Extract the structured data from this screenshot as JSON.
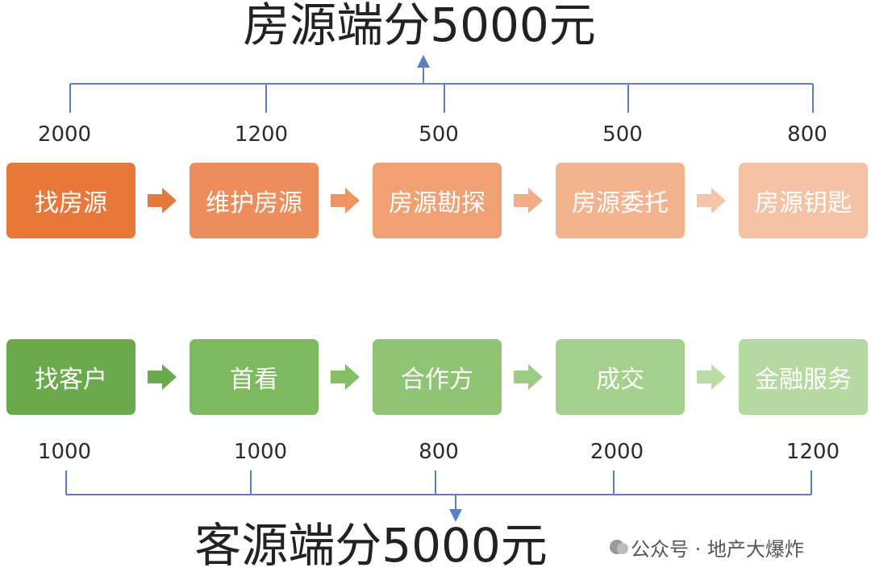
{
  "supply": {
    "title": "房源端分5000元",
    "steps": [
      {
        "label": "找房源",
        "value": "2000",
        "color": "#E8773A"
      },
      {
        "label": "维护房源",
        "value": "1200",
        "color": "#EC8D5B"
      },
      {
        "label": "房源勘探",
        "value": "500",
        "color": "#F0A073"
      },
      {
        "label": "房源委托",
        "value": "500",
        "color": "#F3B38F"
      },
      {
        "label": "房源钥匙",
        "value": "800",
        "color": "#F5C2A6"
      }
    ],
    "arrow_colors": [
      "#E8773A",
      "#EE9461",
      "#F2AC86",
      "#F5C4A9"
    ]
  },
  "demand": {
    "title": "客源端分5000元",
    "steps": [
      {
        "label": "找客户",
        "value": "1000",
        "color": "#6BAA4C"
      },
      {
        "label": "首看",
        "value": "1000",
        "color": "#7DB95E"
      },
      {
        "label": "合作方",
        "value": "800",
        "color": "#8FC474"
      },
      {
        "label": "成交",
        "value": "2000",
        "color": "#A4CF8C"
      },
      {
        "label": "金融服务",
        "value": "1200",
        "color": "#B6D9A2"
      }
    ],
    "arrow_colors": [
      "#6BAA4C",
      "#84BE67",
      "#9CCB83",
      "#BBDBA8"
    ]
  },
  "watermark": {
    "text": "公众号 · 地产大爆炸"
  },
  "connector_color": "#5B7FC1"
}
